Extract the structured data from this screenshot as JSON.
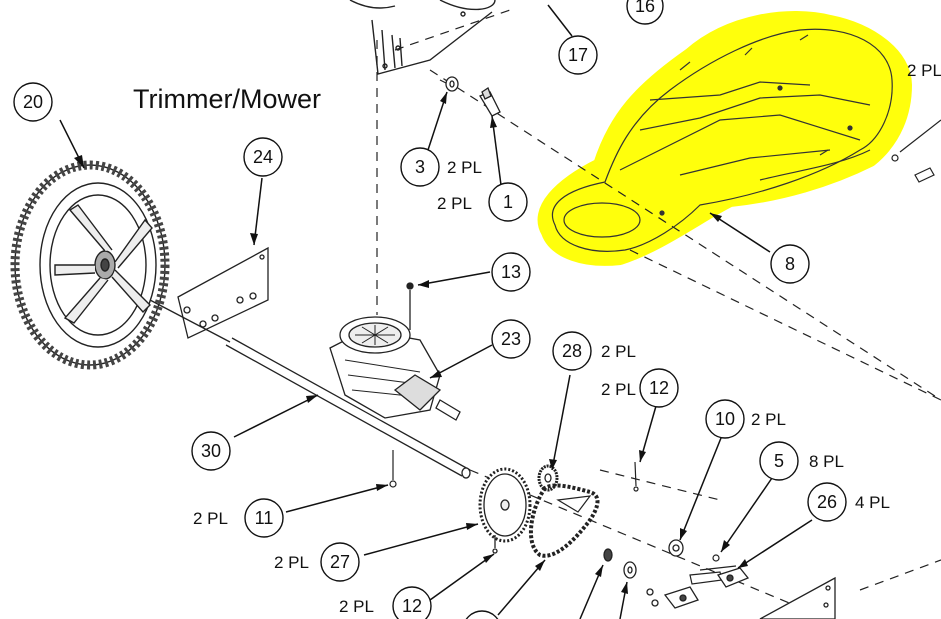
{
  "title": "Trimmer/Mower",
  "highlight_color": "#ffff00",
  "callouts": [
    {
      "id": "c16",
      "label": "16"
    },
    {
      "id": "c17",
      "label": "17"
    },
    {
      "id": "c20",
      "label": "20"
    },
    {
      "id": "c24",
      "label": "24"
    },
    {
      "id": "c3",
      "label": "3"
    },
    {
      "id": "c1",
      "label": "1"
    },
    {
      "id": "c8",
      "label": "8"
    },
    {
      "id": "c13",
      "label": "13"
    },
    {
      "id": "c23",
      "label": "23"
    },
    {
      "id": "c28",
      "label": "28"
    },
    {
      "id": "c12a",
      "label": "12"
    },
    {
      "id": "c10",
      "label": "10"
    },
    {
      "id": "c5",
      "label": "5"
    },
    {
      "id": "c26",
      "label": "26"
    },
    {
      "id": "c30",
      "label": "30"
    },
    {
      "id": "c11",
      "label": "11"
    },
    {
      "id": "c27",
      "label": "27"
    },
    {
      "id": "c12b",
      "label": "12"
    }
  ],
  "qty_notes": {
    "top_right": "2 PL",
    "c3": "2 PL",
    "c1": "2 PL",
    "c28": "2 PL",
    "c12a": "2 PL",
    "c10": "2 PL",
    "c5": "8 PL",
    "c26": "4 PL",
    "c11": "2 PL",
    "c27": "2 PL",
    "c12b": "2 PL"
  }
}
